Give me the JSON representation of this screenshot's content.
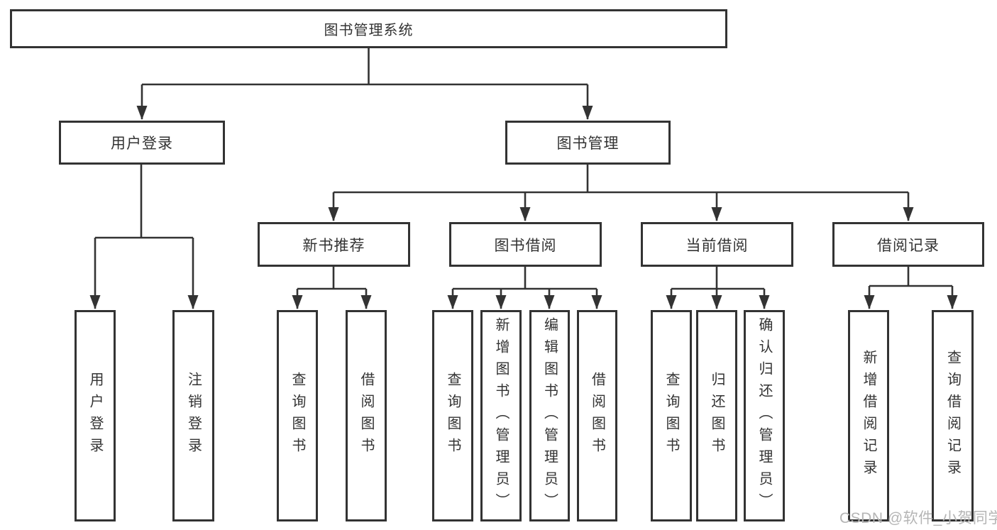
{
  "title": "图书管理系统",
  "watermark": "CSDN @软件_小贺同学",
  "colors": {
    "line": "#333333",
    "text": "#333333",
    "box_bg": "#ffffff",
    "background": "#ffffff",
    "watermark": "#b5b5b5"
  },
  "nodes": {
    "root": {
      "label": "图书管理系统"
    },
    "level2": [
      {
        "label": "用户登录"
      },
      {
        "label": "图书管理"
      }
    ],
    "level3": [
      {
        "label": "新书推荐"
      },
      {
        "label": "图书借阅"
      },
      {
        "label": "当前借阅"
      },
      {
        "label": "借阅记录"
      }
    ],
    "leaves": {
      "user_login": [
        {
          "label": "用户登录"
        },
        {
          "label": "注销登录"
        }
      ],
      "new_book_recommend": [
        {
          "label": "查询图书"
        },
        {
          "label": "借阅图书"
        }
      ],
      "book_borrow": [
        {
          "label": "查询图书"
        },
        {
          "label": "新增图书（管理员）"
        },
        {
          "label": "编辑图书（管理员）"
        },
        {
          "label": "借阅图书"
        }
      ],
      "current_borrow": [
        {
          "label": "查询图书"
        },
        {
          "label": "归还图书"
        },
        {
          "label": "确认归还（管理员）"
        }
      ],
      "borrow_records": [
        {
          "label": "新增借阅记录"
        },
        {
          "label": "查询借阅记录"
        }
      ]
    }
  }
}
